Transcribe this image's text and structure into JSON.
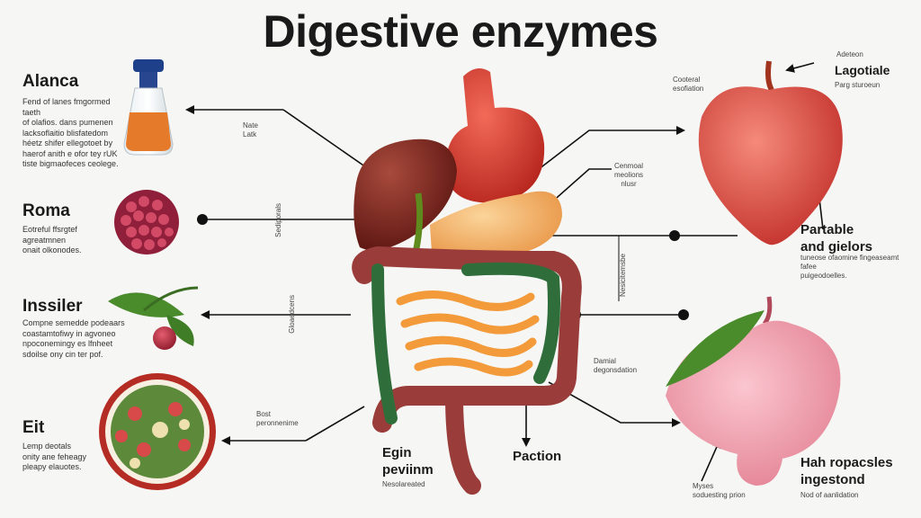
{
  "title": "Digestive enzymes",
  "left": [
    {
      "heading": "Alanca",
      "text": "Fend of lanes fmgormed taeth\nof olafios. dans pumenen\nlacksoflaitio blisfatedom\nhéetz shifer ellegotoet by\nhaerof anith e ofor tey rUK\ntiste bigmaofeces ceolege."
    },
    {
      "heading": "Roma",
      "text": "Eotreful ffsrgtef\nagreatmnen\nonait olkonodes."
    },
    {
      "heading": "Inssiler",
      "text": "Compne semedde podeaars\ncoastamtofiwy in agvoneo\nnpoconemingy es lfnheet\nsdoilse ony cin ter pof."
    },
    {
      "heading": "Eit",
      "text": "Lemp deotals\nonity ane feheagy\npleapy elauotes."
    }
  ],
  "center_labels": {
    "nate": "Nate\nLatk",
    "vert1": "Sediporals",
    "vert2": "Gloaedcens",
    "vert3": "Nesicitemsbe",
    "cenmal": "Cenmoal\nmeolions\nnlusr",
    "bost": "Bost\nperonnenime",
    "damal": "Damial\ndegonsdation",
    "egin": "Egin\npeviinm",
    "egin_sub": "Nesolareated",
    "paction": "Paction"
  },
  "right": {
    "coolteral": "Cooteral\nesofiation",
    "adetfon": "Adeteon",
    "lagotiale": "Lagotiale",
    "lagotiale_sub": "Parg sturoeun",
    "partable": "Partable\nand gielors",
    "partable_sub": "tuneose ofaomine fingeaseamt fafee\npuigeodoelles.",
    "hah": "Hah ropacsles\ningestond",
    "hah_sub": "Nod of aanlidation",
    "myses": "Myses\nsoduesting prion"
  }
}
